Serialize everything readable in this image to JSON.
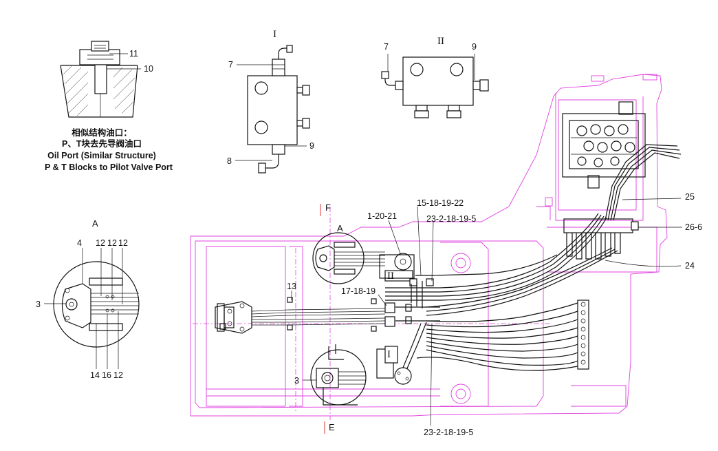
{
  "labels": {
    "n11": "11",
    "n10": "10",
    "n7a": "7",
    "n8": "8",
    "n9a": "9",
    "n7b": "7",
    "n9b": "9",
    "n4": "4",
    "n12a": "12",
    "n12b": "12",
    "n12c": "12",
    "n3a": "3",
    "n14": "14",
    "n16": "16",
    "n12d": "12",
    "n13": "13",
    "n1_20_21": "1-20-21",
    "n15_18_19_22": "15-18-19-22",
    "n23_top": "23-2-18-19-5",
    "n17_18_19": "17-18-19",
    "n3b": "3",
    "n23_bottom": "23-2-18-19-5",
    "n25": "25",
    "n26_6": "26-6",
    "n24": "24"
  },
  "views": {
    "roman_1": "I",
    "roman_2": "II",
    "roman_1_small": "I",
    "roman_2_small": "II",
    "detail_a": "A",
    "detail_a_small": "A",
    "section_f": "F",
    "section_e": "E"
  },
  "note": {
    "line1": "相似结构油口：",
    "line2": "P、T块去先导阀油口",
    "line3": "Oil Port (Similar Structure)",
    "line4": "P & T Blocks to Pilot Valve Port"
  },
  "colors": {
    "ink": "#111111",
    "frame": "#e040e0",
    "section_mark": "#e02020"
  }
}
